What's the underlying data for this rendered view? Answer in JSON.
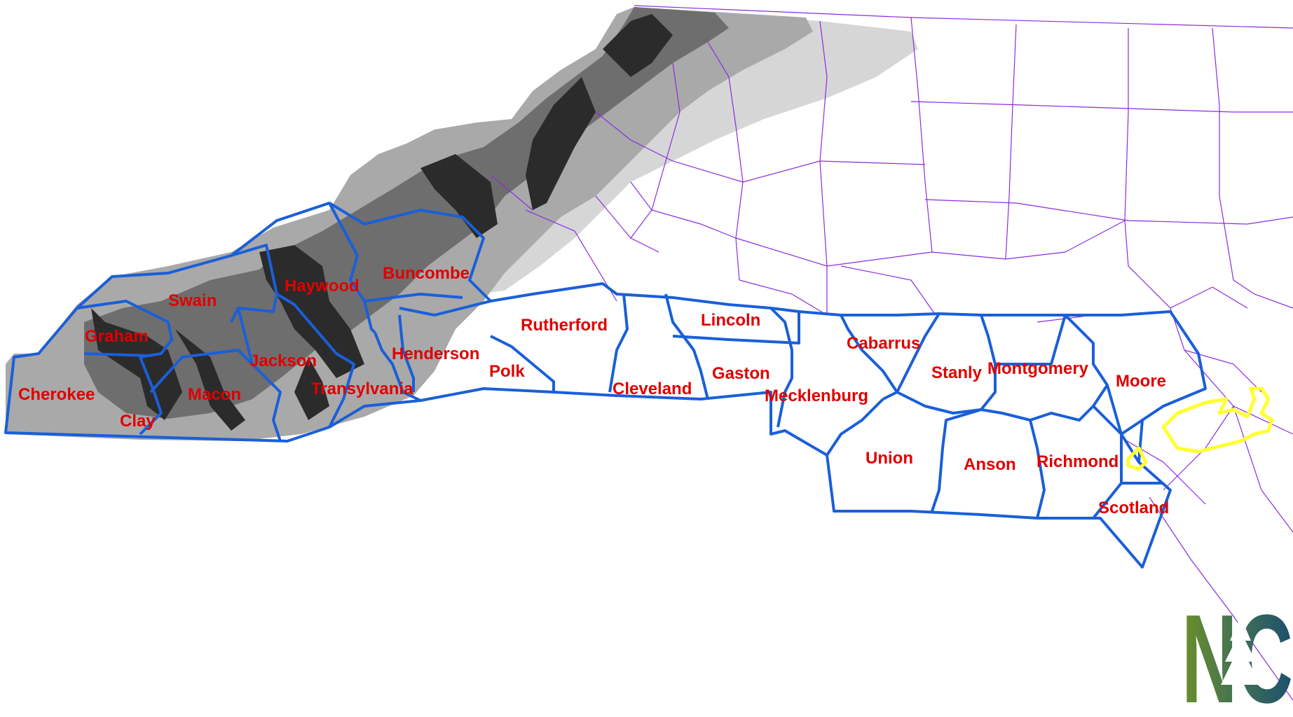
{
  "map": {
    "colors": {
      "background": "#ffffff",
      "study_border": "#1a5fd8",
      "other_border": "#8a2be2",
      "label": "#e00000",
      "highlight": "#ffff33",
      "terrain_dark": "#2b2b2b",
      "terrain_mid": "#6e6e6e",
      "terrain_light": "#a9a9a9",
      "terrain_pale": "#d6d6d6"
    },
    "county_labels": [
      "Buncombe",
      "Haywood",
      "Swain",
      "Graham",
      "Cherokee",
      "Clay",
      "Macon",
      "Jackson",
      "Transylvania",
      "Henderson",
      "Polk",
      "Rutherford",
      "Lincoln",
      "Cleveland",
      "Gaston",
      "Mecklenburg",
      "Cabarrus",
      "Stanly",
      "Montgomery",
      "Moore",
      "Union",
      "Anson",
      "Richmond",
      "Scotland"
    ],
    "logo": {
      "text": "NC",
      "icon": "tree-icon"
    }
  }
}
